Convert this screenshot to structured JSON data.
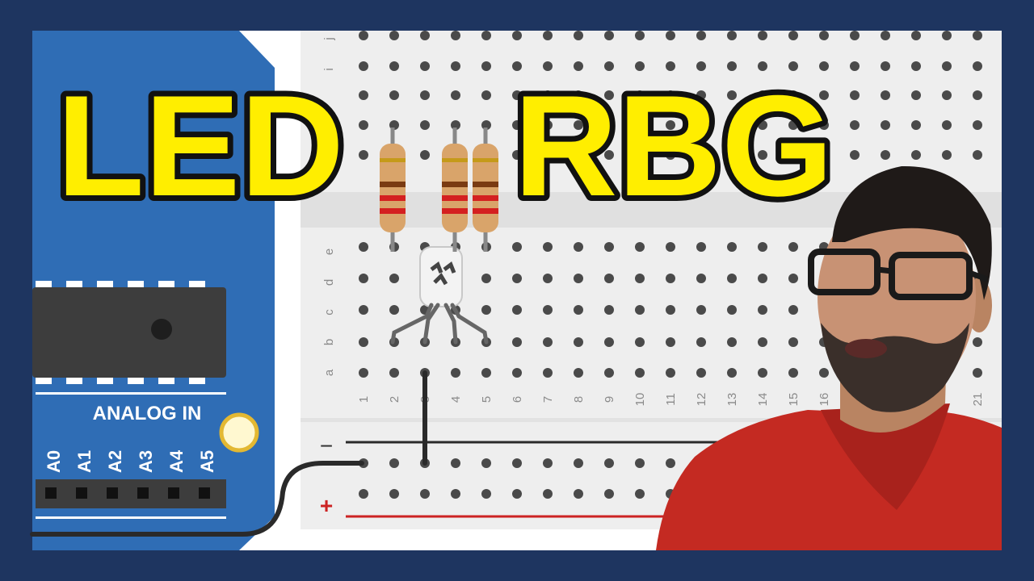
{
  "title": {
    "word1": "LED",
    "word2": "RBG"
  },
  "breadboard": {
    "row_letters_top": [
      "j",
      "i"
    ],
    "row_letters_bottom": [
      "e",
      "d",
      "c",
      "b",
      "a"
    ],
    "column_numbers": [
      "1",
      "2",
      "3",
      "4",
      "5",
      "6",
      "7",
      "8",
      "9",
      "10",
      "11",
      "12",
      "13",
      "14",
      "15",
      "16",
      "21"
    ],
    "rail_minus": "−",
    "rail_plus": "+"
  },
  "arduino": {
    "header_label": "ANALOG IN",
    "pins": [
      "A0",
      "A1",
      "A2",
      "A3",
      "A4",
      "A5"
    ]
  },
  "colors": {
    "frame": "#1e3560",
    "title_fill": "#ffee00",
    "title_outline": "#111111",
    "arduino_blue": "#2f6db5",
    "breadboard": "#eeeeee",
    "rail_negative": "#2a2a2a",
    "rail_positive": "#cc2222",
    "resistor_body": "#d9a46a",
    "band_red": "#d42020",
    "band_brown": "#7a3b12",
    "band_gold": "#c59a1a",
    "shirt_red": "#c42a22"
  },
  "icons": {
    "led": "rgb-led-icon",
    "resistor": "resistor-icon",
    "chip": "microcontroller-chip-icon",
    "presenter": "presenter-photo"
  }
}
